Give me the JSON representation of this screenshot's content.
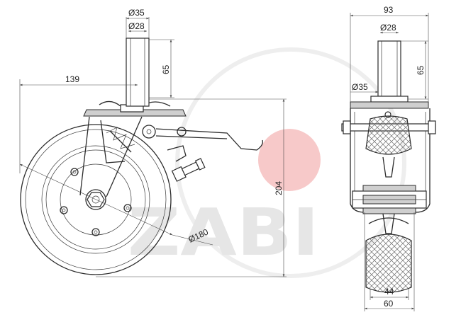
{
  "watermark": {
    "text": "ZABI",
    "circle_color": "#f7c9c9"
  },
  "front_view": {
    "dims": {
      "stem_outer": "Ø35",
      "stem_inner": "Ø28",
      "stem_height": "65",
      "offset": "139",
      "total_height": "204",
      "wheel_diameter": "Ø180"
    }
  },
  "side_view": {
    "dims": {
      "top_width": "93",
      "stem_inner": "Ø28",
      "stem_height": "65",
      "stem_outer": "Ø35",
      "tread_width": "44",
      "wheel_width": "60"
    }
  }
}
